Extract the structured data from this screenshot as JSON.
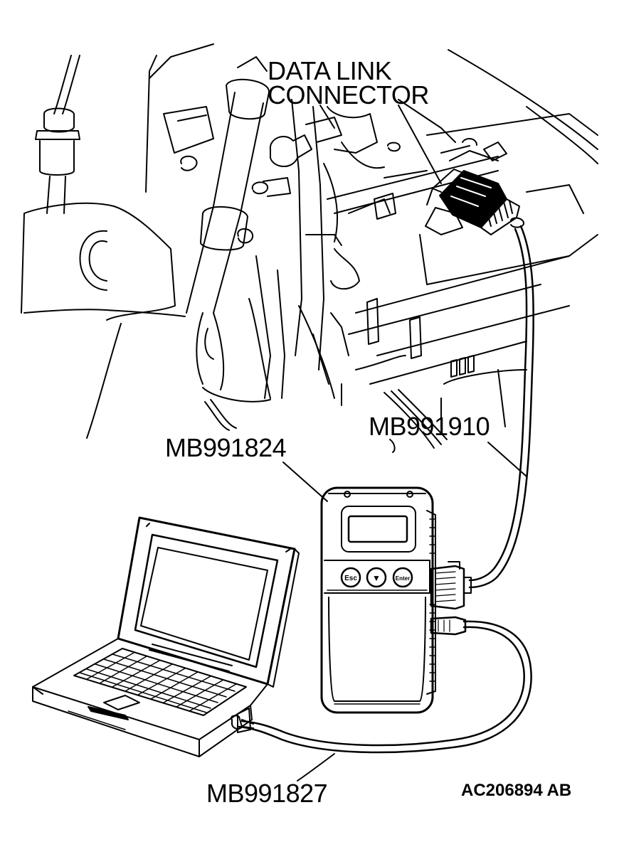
{
  "labels": {
    "data_link_connector_line1": "DATA LINK",
    "data_link_connector_line2": "CONNECTOR",
    "mb991824": "MB991824",
    "mb991910": "MB991910",
    "mb991827": "MB991827",
    "figure_id": "AC206894 AB"
  },
  "device_buttons": [
    "Esc",
    "▼",
    "Enter"
  ],
  "colors": {
    "ink": "#000000",
    "paper": "#ffffff"
  }
}
